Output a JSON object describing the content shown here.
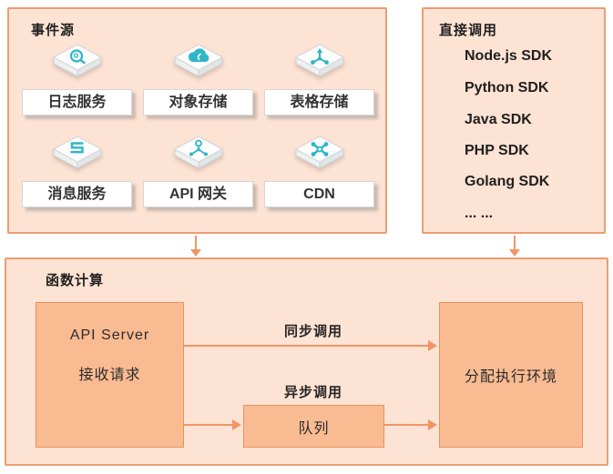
{
  "colors": {
    "panel_fill": "#fde3d4",
    "panel_border": "#eb9d72",
    "node_fill": "#f9bb92",
    "node_border": "#e8925f",
    "arrow": "#ef9566",
    "icon_teal": "#2eb6c7",
    "label_box_fill": "#ffffff",
    "text": "#262626"
  },
  "event_sources": {
    "title": "事件源",
    "items": [
      {
        "label": "日志服务",
        "icon": "log-service-search-icon"
      },
      {
        "label": "对象存储",
        "icon": "object-storage-cloud-icon"
      },
      {
        "label": "表格存储",
        "icon": "table-store-branch-icon"
      },
      {
        "label": "消息服务",
        "icon": "message-service-icon"
      },
      {
        "label": "API 网关",
        "icon": "api-gateway-hub-icon"
      },
      {
        "label": "CDN",
        "icon": "cdn-network-icon"
      }
    ]
  },
  "direct_invoke": {
    "title": "直接调用",
    "items": [
      "Node.js SDK",
      "Python SDK",
      "Java SDK",
      "PHP SDK",
      "Golang SDK",
      "... ..."
    ]
  },
  "function_compute": {
    "title": "函数计算",
    "api_server": {
      "line1": "API Server",
      "line2": "接收请求"
    },
    "sync_label": "同步调用",
    "async_label": "异步调用",
    "queue_label": "队列",
    "allocate_label": "分配执行环境"
  }
}
